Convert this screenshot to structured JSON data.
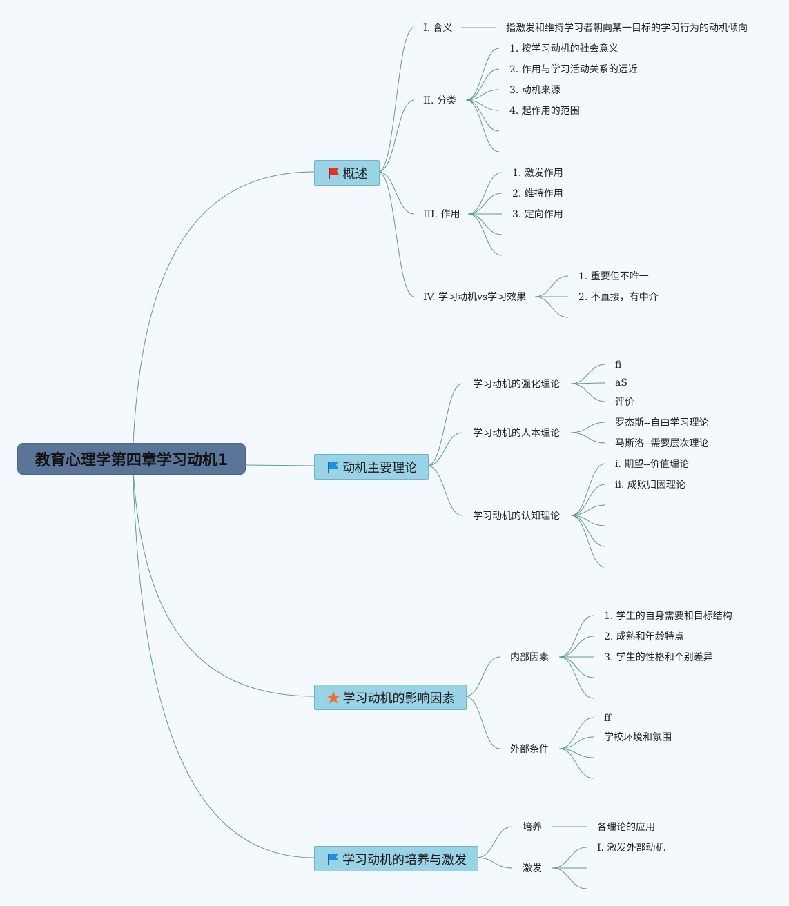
{
  "root": {
    "label": "教育心理学第四章学习动机1"
  },
  "branches": [
    {
      "label": "概述",
      "icon": "red-flag-icon"
    },
    {
      "label": "动机主要理论",
      "icon": "blue-flag-icon"
    },
    {
      "label": "学习动机的影响因素",
      "icon": "orange-star-icon"
    },
    {
      "label": "学习动机的培养与激发",
      "icon": "blue-flag-icon"
    }
  ],
  "topics": {
    "hanyi": {
      "label": "I. 含义",
      "def": "指激发和维持学习者朝向某一目标的学习行为的动机倾向"
    },
    "fenlei": {
      "label": "II. 分类",
      "items": [
        "1. 按学习动机的社会意义",
        "2. 作用与学习活动关系的远近",
        "3. 动机来源",
        "4. 起作用的范围"
      ]
    },
    "zuoyong": {
      "label": "III. 作用",
      "items": [
        "1. 激发作用",
        "2. 维持作用",
        "3. 定向作用"
      ]
    },
    "xiaoguo": {
      "label": "IV. 学习动机vs学习效果",
      "items": [
        "1. 重要但不唯一",
        "2. 不直接，有中介"
      ]
    },
    "qianghua": {
      "label": "学习动机的强化理论",
      "items": [
        "fi",
        "aS",
        "评价"
      ]
    },
    "renben": {
      "label": "学习动机的人本理论",
      "items": [
        "罗杰斯--自由学习理论",
        "马斯洛--需要层次理论"
      ]
    },
    "renzhi": {
      "label": "学习动机的认知理论",
      "items": [
        "i. 期望--价值理论",
        "ii. 成败归因理论"
      ]
    },
    "neibu": {
      "label": "内部因素",
      "items": [
        "1. 学生的自身需要和目标结构",
        "2. 成熟和年龄特点",
        "3. 学生的性格和个别差异"
      ]
    },
    "waibu": {
      "label": "外部条件",
      "items": [
        "ff",
        "学校环境和氛围"
      ]
    },
    "peiyang": {
      "label": "培养",
      "items": [
        "各理论的应用"
      ]
    },
    "jifa": {
      "label": "激发",
      "items": [
        "I. 激发外部动机"
      ]
    }
  },
  "colors": {
    "background": "#f4f9fd",
    "root": "#5b7599",
    "branch": "#9ad2e6",
    "edge": "#5e9e82",
    "flag_red": "#e53222",
    "flag_blue": "#1f8fe0",
    "star_orange": "#e8732a"
  }
}
